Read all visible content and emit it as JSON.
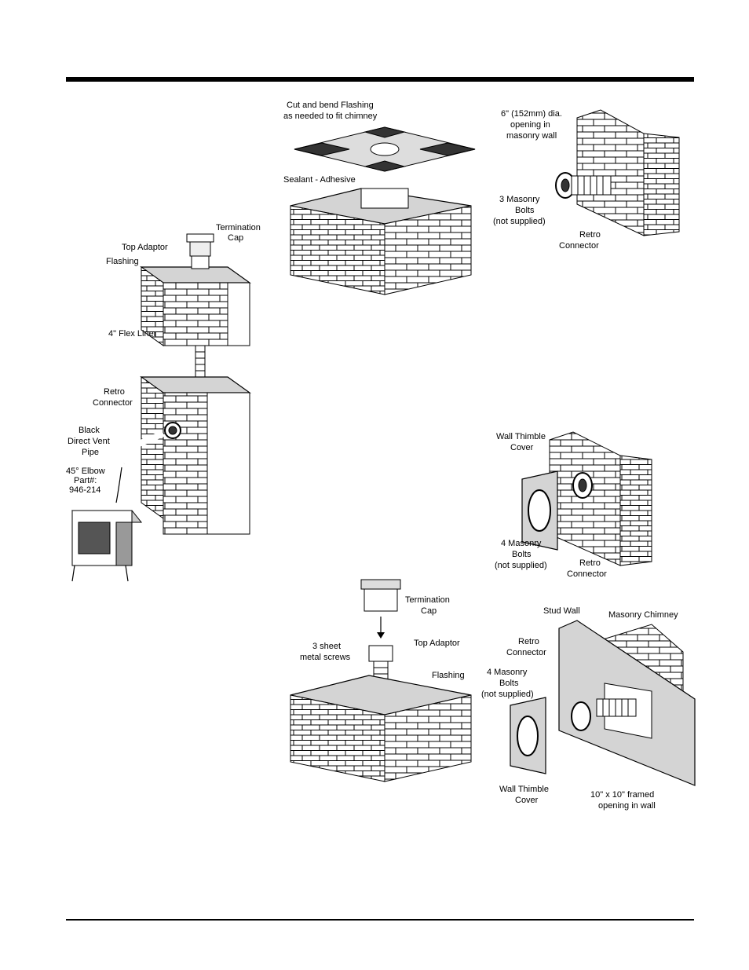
{
  "labels": {
    "termination_cap": [
      "Termination",
      "Cap"
    ],
    "top_adaptor": "Top Adaptor",
    "flashing": "Flashing",
    "flex_liner": "4\" Flex Liner",
    "retro_connector": [
      "Retro",
      "Connector"
    ],
    "black_pipe": [
      "Black",
      "Direct Vent",
      "Pipe"
    ],
    "elbow": [
      "45° Elbow",
      "Part#:",
      "946-214"
    ],
    "cut_flashing": [
      "Cut and bend Flashing",
      "as needed to fit chimney"
    ],
    "sealant": "Sealant - Adhesive",
    "opening_6in": [
      "6\" (152mm) dia.",
      "opening in",
      "masonry wall"
    ],
    "bolts_3": [
      "3 Masonry",
      "Bolts",
      "(not supplied)"
    ],
    "retro_connector_2": [
      "Retro",
      "Connector"
    ],
    "wall_thimble_cover": [
      "Wall Thimble",
      "Cover"
    ],
    "bolts_4": [
      "4 Masonry",
      "Bolts",
      "(not supplied)"
    ],
    "retro_connector_3": [
      "Retro",
      "Connector"
    ],
    "termination_cap_2": [
      "Termination",
      "Cap"
    ],
    "sheet_screws": [
      "3 sheet",
      "metal screws"
    ],
    "top_adaptor_2": "Top Adaptor",
    "flashing_2": "Flashing",
    "stud_wall": "Stud Wall",
    "masonry_chimney": "Masonry Chimney",
    "retro_connector_4": [
      "Retro",
      "Connector"
    ],
    "bolts_4b": [
      "4 Masonry",
      "Bolts",
      "(not supplied)"
    ],
    "wall_thimble_cover_2": [
      "Wall Thimble",
      "Cover"
    ],
    "framed_opening": [
      "10\" x 10\" framed",
      "opening in wall"
    ]
  }
}
